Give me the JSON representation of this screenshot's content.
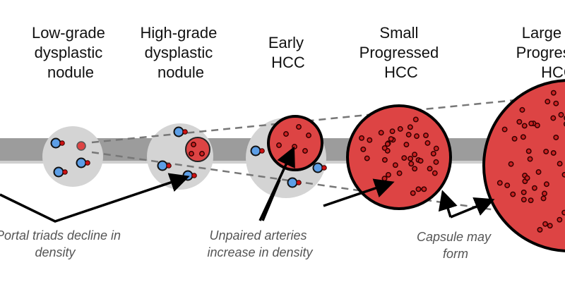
{
  "stages": [
    {
      "lines": [
        "Low-grade",
        "dysplastic",
        "nodule"
      ]
    },
    {
      "lines": [
        "High-grade",
        "dysplastic",
        "nodule"
      ]
    },
    {
      "lines": [
        "Early",
        "HCC"
      ]
    },
    {
      "lines": [
        "Small",
        "Progressed",
        "HCC"
      ]
    },
    {
      "lines": [
        "Large",
        "Progressed",
        "HCC"
      ]
    }
  ],
  "annotations": {
    "portal": [
      "Portal triads decline in",
      "density"
    ],
    "arteries": [
      "Unpaired arteries",
      "increase in density"
    ],
    "capsule": [
      "Capsule may",
      "form"
    ]
  },
  "colors": {
    "tumor": "#dd4444",
    "portal_blue": "#5c9ee6",
    "nodule_gray": "#d4d4d4",
    "bar": "#9c9c9c"
  }
}
